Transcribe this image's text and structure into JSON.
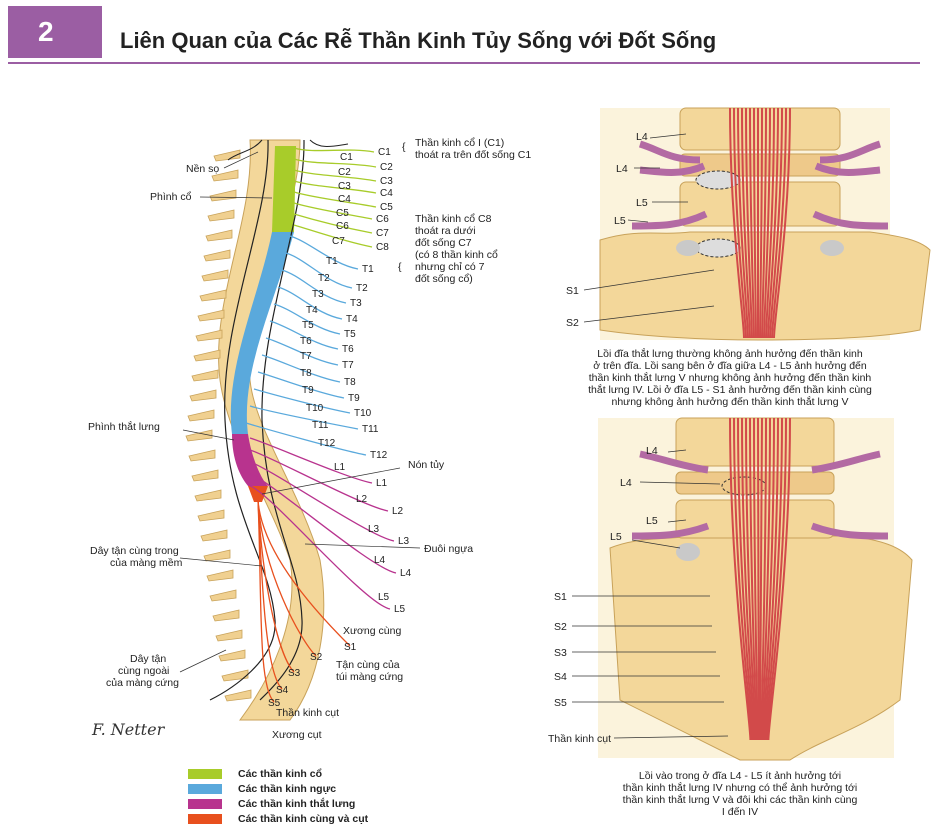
{
  "header": {
    "number": "2",
    "title": "Liên Quan của Các Rễ Thần Kinh Tủy Sống với Đốt Sống"
  },
  "colors": {
    "accent": "#9b5ea3",
    "cervical": "#a8cc2a",
    "thoracic": "#5aa9dc",
    "lumbar": "#b8338e",
    "sacral": "#e8501e",
    "bone": "#f3d79a",
    "nerve": "#d24a4a"
  },
  "left_labels": {
    "nen_so": "Nền sọ",
    "phinh_co": "Phình cổ",
    "phinh_that_lung": "Phình thắt lưng",
    "day_tan_cung_trong": [
      "Dây tận cùng trong",
      "của màng mềm"
    ],
    "day_tan_cung_ngoai": [
      "Dây tận",
      "cùng ngoài",
      "của màng cứng"
    ]
  },
  "right_labels": {
    "non_tuy": "Nón tủy",
    "duoi_ngua": "Đuôi ngựa",
    "xuong_cung": "Xương cùng",
    "tan_cung": [
      "Tận cùng của",
      "túi màng cứng"
    ],
    "than_kinh_cut": "Thần kinh cụt",
    "xuong_cut": "Xương cụt"
  },
  "notes": {
    "c1_note": [
      "Thần kinh cổ I (C1)",
      "thoát ra trên đốt sống C1"
    ],
    "c8_note": [
      "Thần kinh cổ C8",
      "thoát ra dưới",
      "đốt sống C7",
      "(có 8 thần kinh cổ",
      "nhưng chỉ có 7",
      "đốt sống cổ)"
    ]
  },
  "vertebra_labels": [
    "C1",
    "C2",
    "C3",
    "C4",
    "C5",
    "C6",
    "C7",
    "T1",
    "T2",
    "T3",
    "T4",
    "T5",
    "T6",
    "T7",
    "T8",
    "T9",
    "T10",
    "T11",
    "T12",
    "L1",
    "L2",
    "L3",
    "L4",
    "L5"
  ],
  "nerve_labels": [
    "C1",
    "C2",
    "C3",
    "C4",
    "C5",
    "C6",
    "C7",
    "C8",
    "T1",
    "T2",
    "T3",
    "T4",
    "T5",
    "T6",
    "T7",
    "T8",
    "T9",
    "T10",
    "T11",
    "T12",
    "L1",
    "L2",
    "L3",
    "L4",
    "L5"
  ],
  "sacral_labels": [
    "S1",
    "S2",
    "S3",
    "S4",
    "S5"
  ],
  "panel_top": {
    "labels": [
      "L4",
      "L4",
      "L5",
      "L5",
      "S1",
      "S2"
    ],
    "caption": [
      "Lồi đĩa thắt lưng thường không ảnh hưởng đến thần kinh",
      "ở trên đĩa. Lồi sang bên ở đĩa giữa L4 - L5 ảnh hưởng đến",
      "thần kinh thắt lưng V nhưng không ảnh hưởng đến thần kinh",
      "thắt lưng IV. Lồi ở đĩa L5 - S1 ảnh hưởng đến thần kinh cùng",
      "nhưng không ảnh hưởng đến thần kinh thắt lưng V"
    ]
  },
  "panel_bottom": {
    "labels": [
      "L4",
      "L4",
      "L5",
      "L5",
      "S1",
      "S2",
      "S3",
      "S4",
      "S5",
      "Thần kinh cụt"
    ],
    "caption": [
      "Lồi vào trong ở đĩa L4 - L5 ít ảnh hưởng tới",
      "thần kinh thắt lưng IV nhưng có thể ảnh hưởng tới",
      "thần kinh thắt lưng V và đôi khi các thần kinh cùng",
      "I đến IV"
    ]
  },
  "legend": [
    {
      "label": "Các thần kinh cổ",
      "color": "#a8cc2a"
    },
    {
      "label": "Các thần kinh ngực",
      "color": "#5aa9dc"
    },
    {
      "label": "Các thần kinh thắt lưng",
      "color": "#b8338e"
    },
    {
      "label": "Các thần kinh cùng và cụt",
      "color": "#e8501e"
    }
  ],
  "signature": "F. Netter"
}
